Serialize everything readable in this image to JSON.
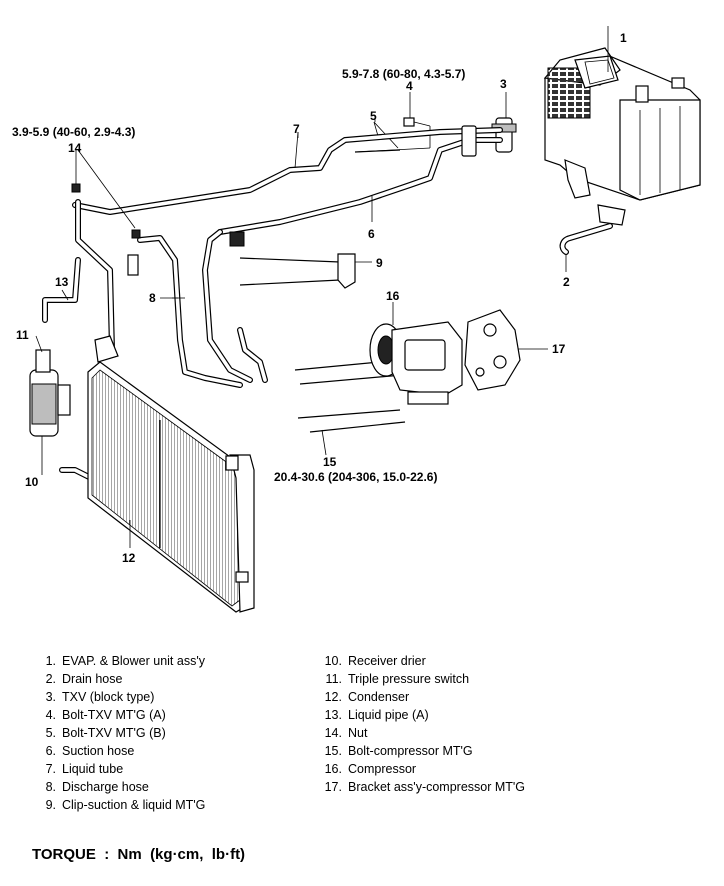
{
  "callouts": [
    {
      "id": "1",
      "text": "1"
    },
    {
      "id": "2",
      "text": "2"
    },
    {
      "id": "3",
      "text": "3"
    },
    {
      "id": "4",
      "text": "4"
    },
    {
      "id": "5",
      "text": "5"
    },
    {
      "id": "6",
      "text": "6"
    },
    {
      "id": "7",
      "text": "7"
    },
    {
      "id": "8",
      "text": "8"
    },
    {
      "id": "9",
      "text": "9"
    },
    {
      "id": "10",
      "text": "10"
    },
    {
      "id": "11",
      "text": "11"
    },
    {
      "id": "12",
      "text": "12"
    },
    {
      "id": "13",
      "text": "13"
    },
    {
      "id": "14",
      "text": "14"
    },
    {
      "id": "15",
      "text": "15"
    },
    {
      "id": "16",
      "text": "16"
    },
    {
      "id": "17",
      "text": "17"
    }
  ],
  "torque_specs": {
    "txv_bolt": "5.9-7.8  (60-80,  4.3-5.7)",
    "nut": "3.9-5.9  (40-60,  2.9-4.3)",
    "compressor_bolt": "20.4-30.6  (204-306,  15.0-22.6)"
  },
  "legend_left": [
    {
      "num": "1.",
      "label": "EVAP. & Blower unit ass'y"
    },
    {
      "num": "2.",
      "label": "Drain hose"
    },
    {
      "num": "3.",
      "label": "TXV (block type)"
    },
    {
      "num": "4.",
      "label": "Bolt-TXV MT'G (A)"
    },
    {
      "num": "5.",
      "label": "Bolt-TXV MT'G (B)"
    },
    {
      "num": "6.",
      "label": "Suction hose"
    },
    {
      "num": "7.",
      "label": "Liquid tube"
    },
    {
      "num": "8.",
      "label": "Discharge hose"
    },
    {
      "num": "9.",
      "label": "Clip-suction & liquid MT'G"
    }
  ],
  "legend_right": [
    {
      "num": "10.",
      "label": "Receiver drier"
    },
    {
      "num": "11.",
      "label": "Triple pressure switch"
    },
    {
      "num": "12.",
      "label": "Condenser"
    },
    {
      "num": "13.",
      "label": "Liquid pipe (A)"
    },
    {
      "num": "14.",
      "label": "Nut"
    },
    {
      "num": "15.",
      "label": "Bolt-compressor MT'G"
    },
    {
      "num": "16.",
      "label": "Compressor"
    },
    {
      "num": "17.",
      "label": "Bracket ass'y-compressor MT'G"
    }
  ],
  "footer": "TORQUE  :  Nm  (kg·cm,  lb·ft)"
}
